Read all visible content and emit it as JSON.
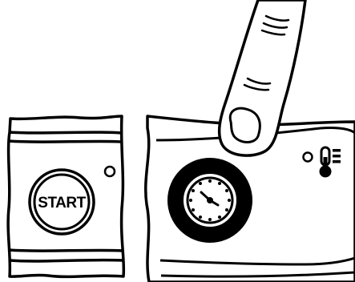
{
  "start_button": {
    "label": "START"
  },
  "colors": {
    "ink": "#000000",
    "paper": "#ffffff"
  },
  "icons": {
    "status_led_left": "indicator-light",
    "status_led_right": "indicator-light",
    "timer_button": "clock-dial",
    "temperature": "thermometer",
    "finger": "pointing-finger"
  }
}
